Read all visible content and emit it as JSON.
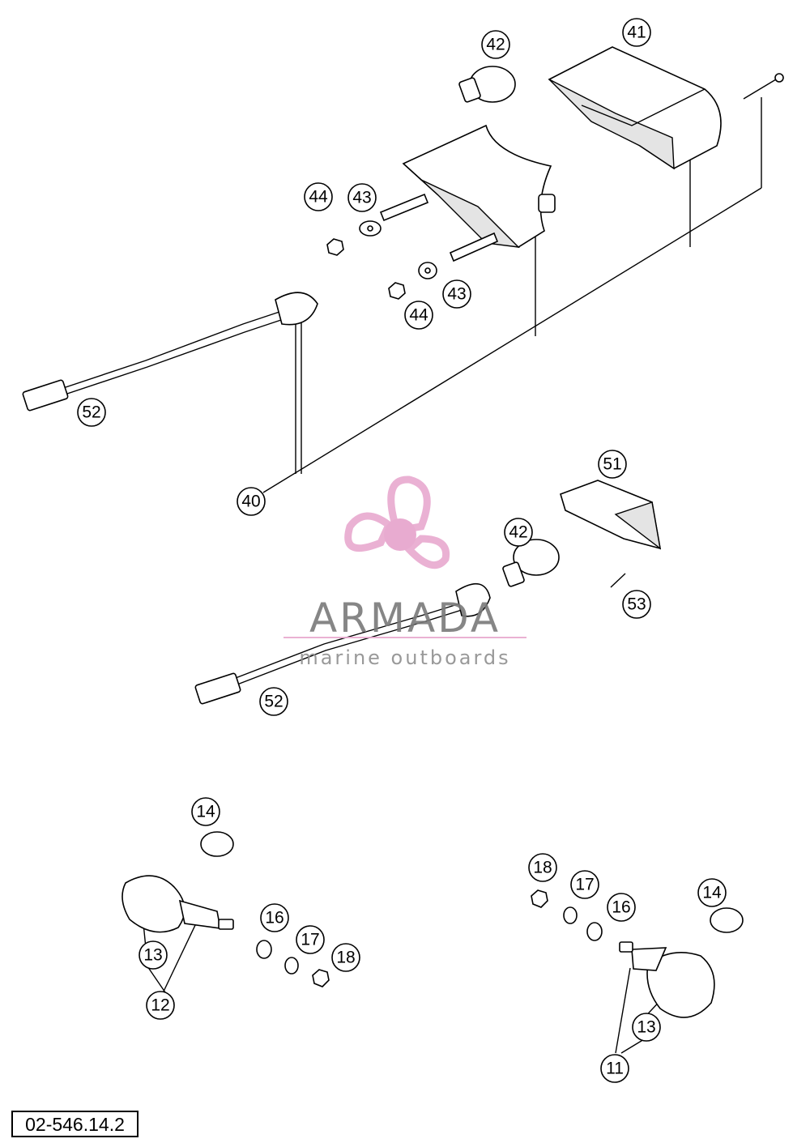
{
  "callouts": {
    "c41": "41",
    "c42a": "42",
    "c43a": "43",
    "c44a": "44",
    "c43b": "43",
    "c44b": "44",
    "c52a": "52",
    "c40": "40",
    "c51": "51",
    "c42b": "42",
    "c53": "53",
    "c52b": "52",
    "c14a": "14",
    "c16a": "16",
    "c17a": "17",
    "c18a": "18",
    "c13a": "13",
    "c12": "12",
    "c18b": "18",
    "c17b": "17",
    "c16b": "16",
    "c14b": "14",
    "c13b": "13",
    "c11": "11"
  },
  "watermark": {
    "brand": "ARMADA",
    "tagline": "marine outboards",
    "colors": {
      "propeller": "#e8a9cf",
      "hub": "#e6a3cc",
      "text": "#7a7a7a",
      "rule": "#e8a9cf"
    }
  },
  "document_number": "02-546.14.2"
}
